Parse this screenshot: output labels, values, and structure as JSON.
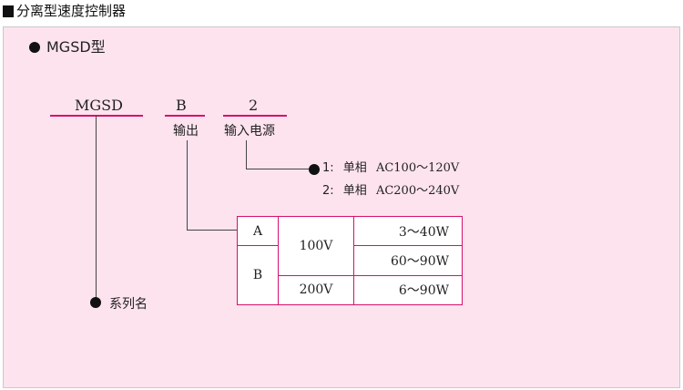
{
  "title": "分离型速度控制器",
  "model_heading": "MGSD型",
  "code": {
    "parts": [
      {
        "code": "MGSD",
        "caption": "系列名"
      },
      {
        "code": "B",
        "caption": "输出"
      },
      {
        "code": "2",
        "caption": "输入电源"
      }
    ]
  },
  "power_options": [
    {
      "num": "1:",
      "phase": "单相",
      "range": "AC100～120V"
    },
    {
      "num": "2:",
      "phase": "单相",
      "range": "AC200～240V"
    }
  ],
  "output_table": {
    "rows": [
      {
        "code": "A",
        "voltage": "100V",
        "power": "3～40W"
      },
      {
        "code": "B",
        "voltage": "",
        "power": "60～90W"
      },
      {
        "code": "",
        "voltage": "200V",
        "power": "6～90W"
      }
    ]
  },
  "colors": {
    "panel": "#fde3ee",
    "accent": "#d6106c"
  }
}
